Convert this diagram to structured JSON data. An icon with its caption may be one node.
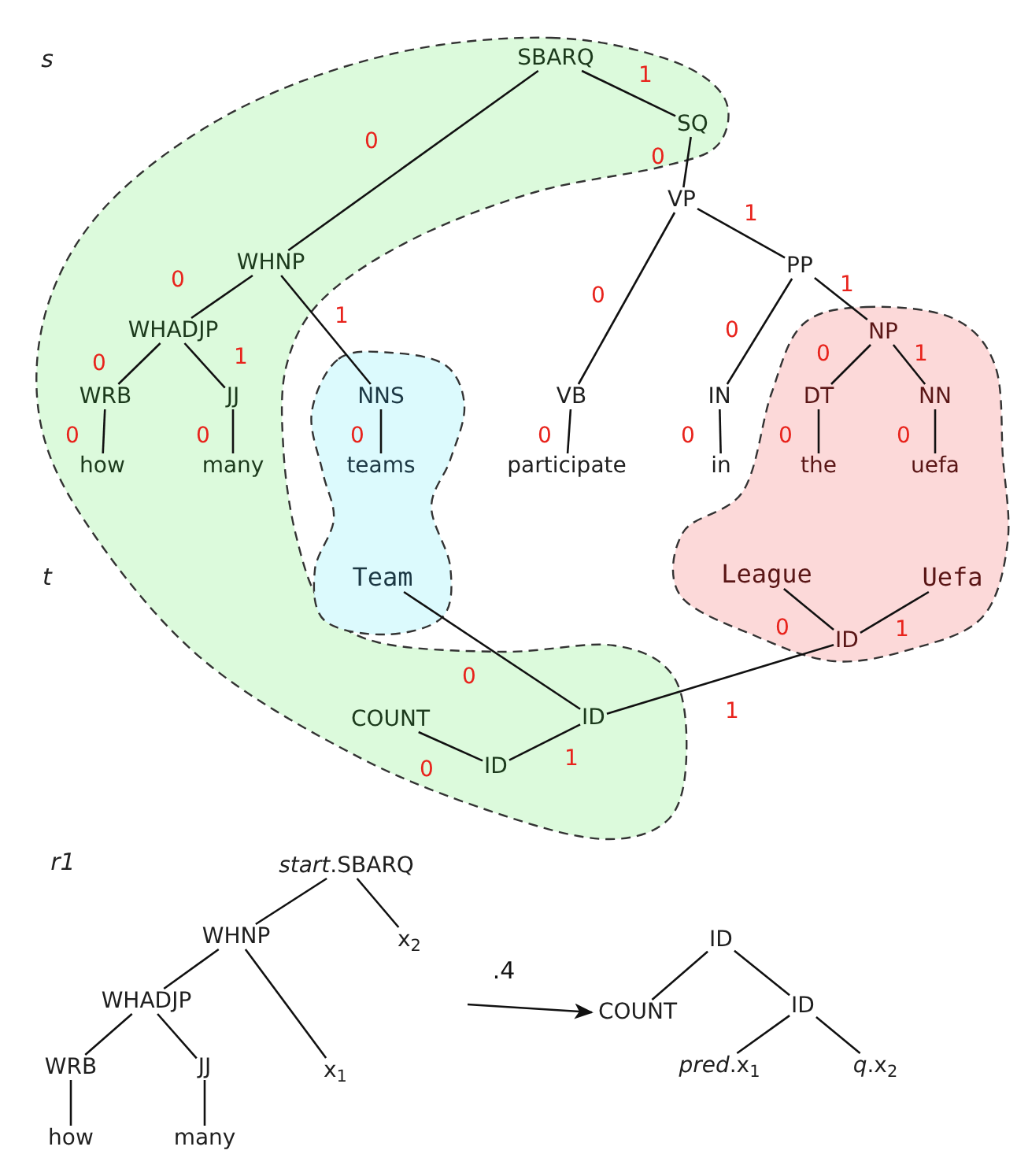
{
  "diagram": {
    "nodes": [
      {
        "text": [],
        "shape": "region"
      },
      {
        "text": [],
        "shape": "region"
      },
      {
        "text": [],
        "shape": "region"
      },
      {
        "text": [
          "SBARQ"
        ],
        "in": 0
      },
      {
        "text": [
          "SQ"
        ],
        "in": 0
      },
      {
        "text": [
          "VP"
        ]
      },
      {
        "text": [
          "WHNP"
        ],
        "in": 0
      },
      {
        "text": [
          "PP"
        ]
      },
      {
        "text": [
          "WHADJP"
        ],
        "in": 0
      },
      {
        "text": [
          "NP"
        ],
        "in": 2
      },
      {
        "text": [
          "WRB"
        ],
        "in": 0
      },
      {
        "text": [
          "JJ"
        ],
        "in": 0
      },
      {
        "text": [
          "NNS"
        ],
        "in": 1
      },
      {
        "text": [
          "VB"
        ]
      },
      {
        "text": [
          "IN"
        ]
      },
      {
        "text": [
          "DT"
        ],
        "in": 2
      },
      {
        "text": [
          "NN"
        ],
        "in": 2
      },
      {
        "text": [
          "how"
        ],
        "in": 0
      },
      {
        "text": [
          "many"
        ],
        "in": 0
      },
      {
        "text": [
          "teams"
        ],
        "in": 1
      },
      {
        "text": [
          "participate"
        ]
      },
      {
        "text": [
          "in"
        ]
      },
      {
        "text": [
          "the"
        ],
        "in": 2
      },
      {
        "text": [
          "uefa"
        ],
        "in": 2
      },
      {
        "text": [
          "Team"
        ],
        "in": 1
      },
      {
        "text": [
          "League"
        ],
        "in": 2
      },
      {
        "text": [
          "Uefa"
        ],
        "in": 2
      },
      {
        "text": [
          "ID"
        ],
        "in": 2
      },
      {
        "text": [
          "ID"
        ],
        "in": 0
      },
      {
        "text": [
          "COUNT"
        ],
        "in": 0
      },
      {
        "text": [
          "ID"
        ],
        "in": 0
      },
      {
        "text": [
          "*start*.SBARQ"
        ]
      },
      {
        "text": [
          "WHNP"
        ]
      },
      {
        "text": [
          "x$_{2}$"
        ]
      },
      {
        "text": [
          "WHADJP"
        ]
      },
      {
        "text": [
          "WRB"
        ]
      },
      {
        "text": [
          "JJ"
        ]
      },
      {
        "text": [
          "x$_{1}$"
        ]
      },
      {
        "text": [
          "how"
        ]
      },
      {
        "text": [
          "many"
        ]
      },
      {
        "text": [
          "ID"
        ]
      },
      {
        "text": [
          "COUNT"
        ]
      },
      {
        "text": [
          "ID"
        ]
      },
      {
        "text": [
          "*pred*.x$_{1}$"
        ]
      },
      {
        "text": [
          "*q*.x$_{2}$"
        ]
      }
    ],
    "edges": [
      {
        "from": 3,
        "to": 6,
        "arrow": "none",
        "label": "0"
      },
      {
        "from": 3,
        "to": 4,
        "arrow": "none",
        "label": "1"
      },
      {
        "from": 4,
        "to": 5,
        "arrow": "none",
        "label": "0"
      },
      {
        "from": 5,
        "to": 13,
        "arrow": "none",
        "label": "0"
      },
      {
        "from": 5,
        "to": 7,
        "arrow": "none",
        "label": "1"
      },
      {
        "from": 7,
        "to": 14,
        "arrow": "none",
        "label": "0"
      },
      {
        "from": 7,
        "to": 9,
        "arrow": "none",
        "label": "1"
      },
      {
        "from": 9,
        "to": 15,
        "arrow": "none",
        "label": "0"
      },
      {
        "from": 9,
        "to": 16,
        "arrow": "none",
        "label": "1"
      },
      {
        "from": 6,
        "to": 8,
        "arrow": "none",
        "label": "0"
      },
      {
        "from": 6,
        "to": 12,
        "arrow": "none",
        "label": "1"
      },
      {
        "from": 8,
        "to": 10,
        "arrow": "none",
        "label": "0"
      },
      {
        "from": 8,
        "to": 11,
        "arrow": "none",
        "label": "1"
      },
      {
        "from": 10,
        "to": 17,
        "arrow": "none",
        "label": "0"
      },
      {
        "from": 11,
        "to": 18,
        "arrow": "none",
        "label": "0"
      },
      {
        "from": 12,
        "to": 19,
        "arrow": "none",
        "label": "0"
      },
      {
        "from": 13,
        "to": 20,
        "arrow": "none",
        "label": "0"
      },
      {
        "from": 14,
        "to": 21,
        "arrow": "none",
        "label": "0"
      },
      {
        "from": 15,
        "to": 22,
        "arrow": "none",
        "label": "0"
      },
      {
        "from": 16,
        "to": 23,
        "arrow": "none",
        "label": "0"
      },
      {
        "from": 30,
        "to": 29,
        "arrow": "none",
        "label": "0"
      },
      {
        "from": 30,
        "to": 28,
        "arrow": "none",
        "label": "1"
      },
      {
        "from": 28,
        "to": 24,
        "arrow": "none",
        "label": "0"
      },
      {
        "from": 28,
        "to": 27,
        "arrow": "none",
        "label": "1"
      },
      {
        "from": 27,
        "to": 25,
        "arrow": "none",
        "label": "0"
      },
      {
        "from": 27,
        "to": 26,
        "arrow": "none",
        "label": "1"
      },
      {
        "from": 31,
        "to": 32,
        "arrow": "none"
      },
      {
        "from": 31,
        "to": 33,
        "arrow": "none"
      },
      {
        "from": 32,
        "to": 34,
        "arrow": "none"
      },
      {
        "from": 32,
        "to": 37,
        "arrow": "none"
      },
      {
        "from": 34,
        "to": 35,
        "arrow": "none"
      },
      {
        "from": 34,
        "to": 36,
        "arrow": "none"
      },
      {
        "from": 35,
        "to": 38,
        "arrow": "none"
      },
      {
        "from": 36,
        "to": 39,
        "arrow": "none"
      },
      {
        "from": 40,
        "to": 41,
        "arrow": "none"
      },
      {
        "from": 40,
        "to": 42,
        "arrow": "none"
      },
      {
        "from": 42,
        "to": 43,
        "arrow": "none"
      },
      {
        "from": 42,
        "to": 44,
        "arrow": "none"
      },
      {
        "from": null,
        "to": 41,
        "arrow": "to",
        "label": ".4"
      }
    ],
    "labels": [
      "s",
      "t",
      "r1"
    ]
  }
}
